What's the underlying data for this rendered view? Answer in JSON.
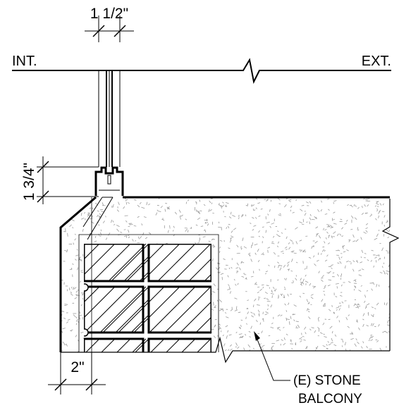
{
  "labels": {
    "interior": "INT.",
    "exterior": "EXT.",
    "dim_top": "1 1/2\"",
    "dim_side": "1 3/4\"",
    "dim_bottom": "2\"",
    "callout_line1": "(E) STONE",
    "callout_line2": "BALCONY"
  },
  "colors": {
    "line": "#000000",
    "hatch": "#000000",
    "stipple": "#9a9a9a",
    "background": "#ffffff"
  }
}
